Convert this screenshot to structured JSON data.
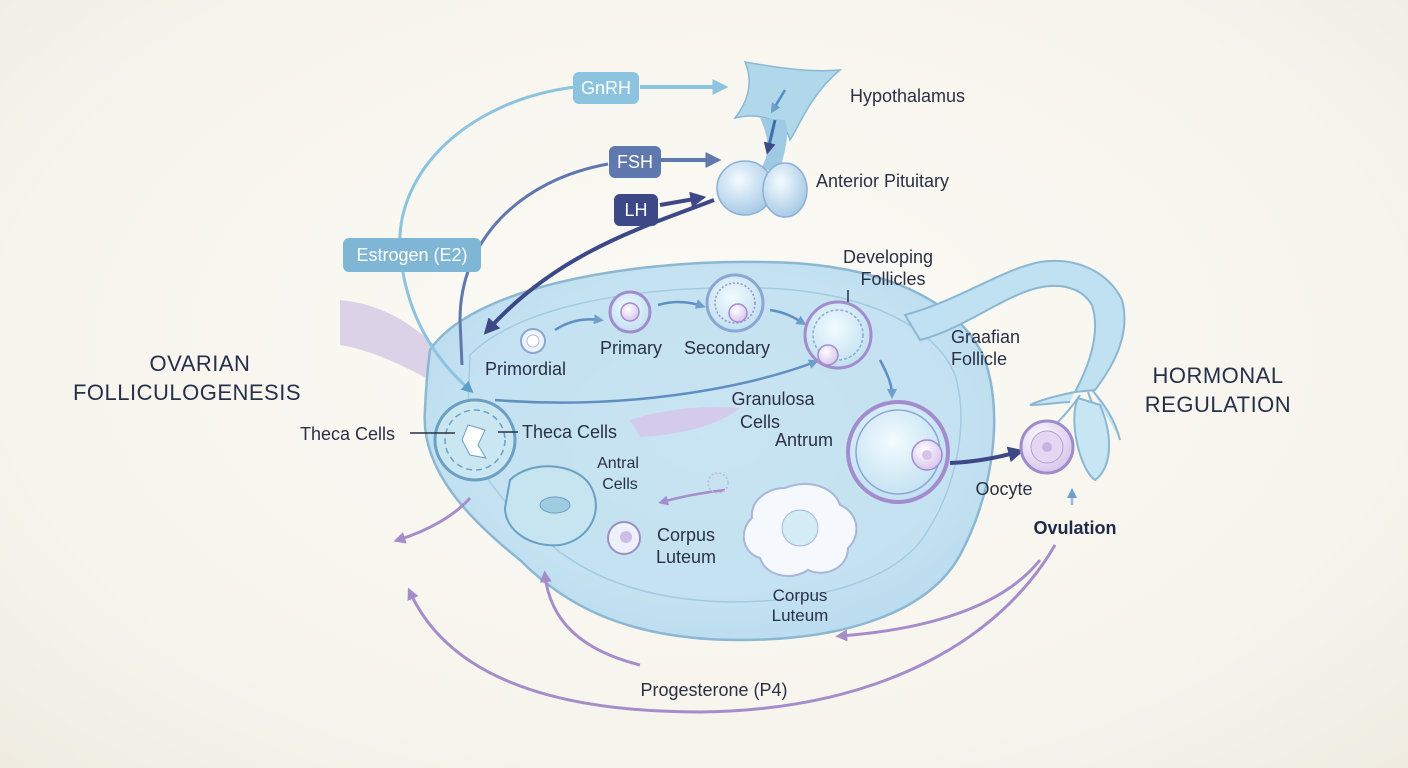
{
  "colors": {
    "gnrh": "#8cc3df",
    "fsh": "#5f78ad",
    "lh": "#3d4887",
    "estrogen": "#7fb6d6",
    "progesterone": "#a58ccb",
    "ovary_fill": "#cde6f3",
    "tissue_stroke": "#8bb7d2"
  },
  "titles": {
    "left_line1": "OVARIAN",
    "left_line2": "FOLLICULOGENESIS",
    "right_line1": "HORMONAL",
    "right_line2": "REGULATION"
  },
  "brain": {
    "hypothalamus": "Hypothalamus",
    "anterior_pituitary": "Anterior Pituitary"
  },
  "hormones": {
    "gnrh": "GnRH",
    "fsh": "FSH",
    "lh": "LH",
    "estrogen": "Estrogen (E2)",
    "progesterone": "Progesterone (P4)"
  },
  "stages": {
    "primordial": "Primordial",
    "primary": "Primary",
    "secondary": "Secondary",
    "developing_line1": "Developing",
    "developing_line2": "Follicles",
    "graafian_line1": "Graafian",
    "graafian_line2": "Follicle",
    "granulosa_line1": "Granulosa",
    "granulosa_line2": "Cells",
    "antrum": "Antrum",
    "theca_left": "Theca Cells",
    "theca_right": "Theca Cells",
    "antral_line1": "Antral",
    "antral_line2": "Cells",
    "corpus_inner_line1": "Corpus",
    "corpus_inner_line2": "Luteum",
    "corpus_lower_line1": "Corpus",
    "corpus_lower_line2": "Luteum",
    "oocyte": "Oocyte",
    "ovulation": "Ovulation"
  }
}
